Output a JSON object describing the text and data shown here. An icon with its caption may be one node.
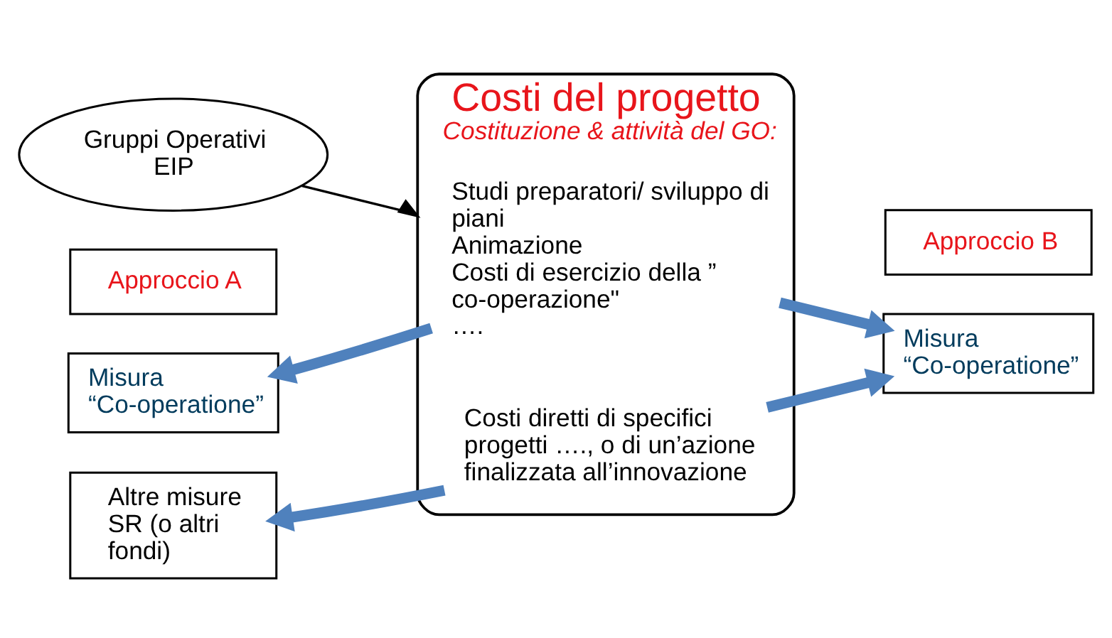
{
  "diagram": {
    "nodes": [
      {
        "text": [
          "Gruppi Operativi EIP"
        ]
      },
      {
        "text": [
          "Costi del progetto",
          "Costituzione & attività del GO:"
        ]
      },
      {
        "text": [
          "Studi preparatori/ sviluppo di piani",
          "Animazione",
          "Costi di esercizio della ” co-operazione\"",
          "…."
        ],
        "in": 1
      },
      {
        "text": [
          "Costi diretti di specifici progetti …., o di un’azione finalizzata all’innovazione"
        ],
        "in": 1
      },
      {
        "text": [
          "Approccio A"
        ]
      },
      {
        "text": [
          "Misura “Co-operatione”"
        ]
      },
      {
        "text": [
          "Altre misure SR (o altri fondi)"
        ]
      },
      {
        "text": [
          "Approccio B"
        ]
      },
      {
        "text": [
          "Misura “Co-operatione”"
        ]
      }
    ],
    "edges": [
      {
        "from": 0,
        "to": 1,
        "arrow": "to",
        "color": "#000000"
      },
      {
        "from": 2,
        "to": 5,
        "arrow": "to"
      },
      {
        "from": 3,
        "to": 6,
        "arrow": "to"
      },
      {
        "from": 2,
        "to": 8,
        "arrow": "to"
      },
      {
        "from": 3,
        "to": 8,
        "arrow": "to"
      }
    ]
  }
}
